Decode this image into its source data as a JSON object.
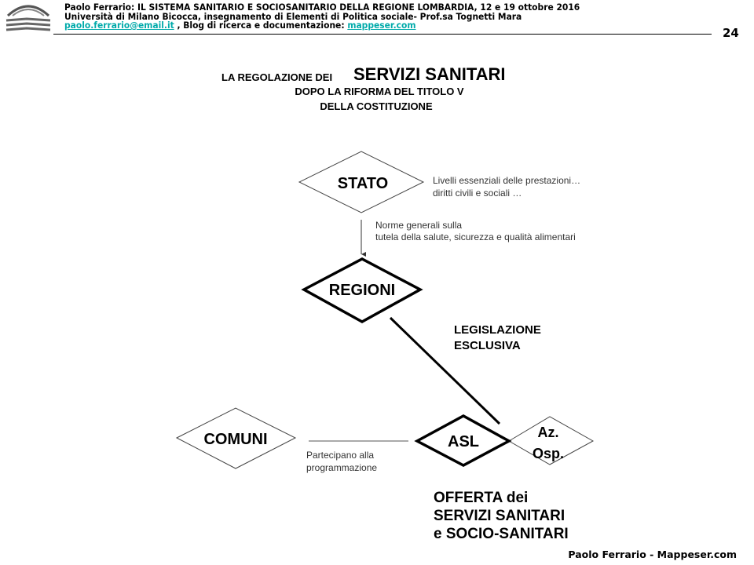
{
  "header": {
    "line1": "Paolo Ferrario: IL SISTEMA SANITARIO E SOCIOSANITARIO DELLA REGIONE LOMBARDIA, 12 e 19 ottobre 2016",
    "line2": "Università di Milano Bicocca, insegnamento  di Elementi di Politica sociale- Prof.sa Tognetti Mara",
    "email": "paolo.ferrario@email.it",
    "blog_label": " , Blog di ricerca e documentazione: ",
    "blog_link": "mappeser.com",
    "page_number": "24"
  },
  "title": {
    "prefix": "LA REGOLAZIONE DEI",
    "main": "SERVIZI SANITARI",
    "line2": "DOPO LA RIFORMA DEL TITOLO V",
    "line3": "DELLA COSTITUZIONE"
  },
  "diagram": {
    "stato": "STATO",
    "stato_note": [
      "Livelli essenziali delle prestazioni…",
      "diritti civili e sociali …"
    ],
    "norme_note": [
      "Norme generali sulla",
      "tutela della salute, sicurezza e qualità alimentari"
    ],
    "regioni": "REGIONI",
    "legislazione": [
      "LEGISLAZIONE",
      "ESCLUSIVA"
    ],
    "comuni": "COMUNI",
    "comuni_note": [
      "Partecipano alla",
      "programmazione"
    ],
    "asl": "ASL",
    "az_osp": [
      "Az.",
      "Osp."
    ],
    "offerta": [
      "OFFERTA dei",
      "SERVIZI SANITARI",
      "e SOCIO-SANITARI"
    ]
  },
  "footer": "Paolo Ferrario - Mappeser.com"
}
